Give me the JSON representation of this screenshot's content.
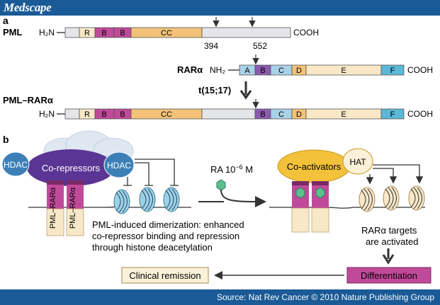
{
  "header": {
    "brand": "Medscape"
  },
  "footer": {
    "source": "Source: Nat Rev Cancer © 2010 Nature Publishing Group"
  },
  "colors": {
    "bar": "#1a5a96",
    "pink_domain": "#c04a9a",
    "orange_domain": "#f3c278",
    "beige_domain": "#f8e8c8",
    "blue_domain": "#a9d1e8",
    "cyan_domain": "#5bb8d6",
    "purple_B": "#8a5bb0",
    "gray_segment": "#e3e5e8"
  },
  "panel_a": {
    "label": "a",
    "pml": {
      "name": "PML",
      "nterm": "H₂N",
      "cterm": "COOH",
      "domains": [
        "R",
        "B",
        "B",
        "CC"
      ],
      "break_labels": [
        "394",
        "552"
      ]
    },
    "rara": {
      "name": "RARα",
      "nterm": "NH₂",
      "cterm": "COOH",
      "domains": [
        "A",
        "B",
        "C",
        "D",
        "E",
        "F"
      ]
    },
    "translocation": "t(15;17)",
    "fusion": {
      "name": "PML–RARα",
      "nterm": "H₂N",
      "cterm": "COOH",
      "domains": [
        "R",
        "B",
        "B",
        "CC",
        "B",
        "C",
        "D",
        "E",
        "F"
      ]
    }
  },
  "panel_b": {
    "label": "b",
    "left": {
      "hdac_left": "HDAC",
      "corepressors": "Co-repressors",
      "hdac_right": "HDAC",
      "fusion_label_1": "PML–RARα",
      "fusion_label_2": "PML–RARα"
    },
    "caption_lines": [
      "PML-induced dimerization: enhanced",
      "co-repressor binding and repression",
      "through histone deacetylation"
    ],
    "ra_label": "RA 10",
    "ra_exponent": "−6",
    "ra_unit": " M",
    "right": {
      "coactivators": "Co-activators",
      "hat": "HAT",
      "targets_lines": [
        "RARα targets",
        "are activated"
      ]
    },
    "differentiation": "Differentiation",
    "remission": "Clinical remission"
  }
}
